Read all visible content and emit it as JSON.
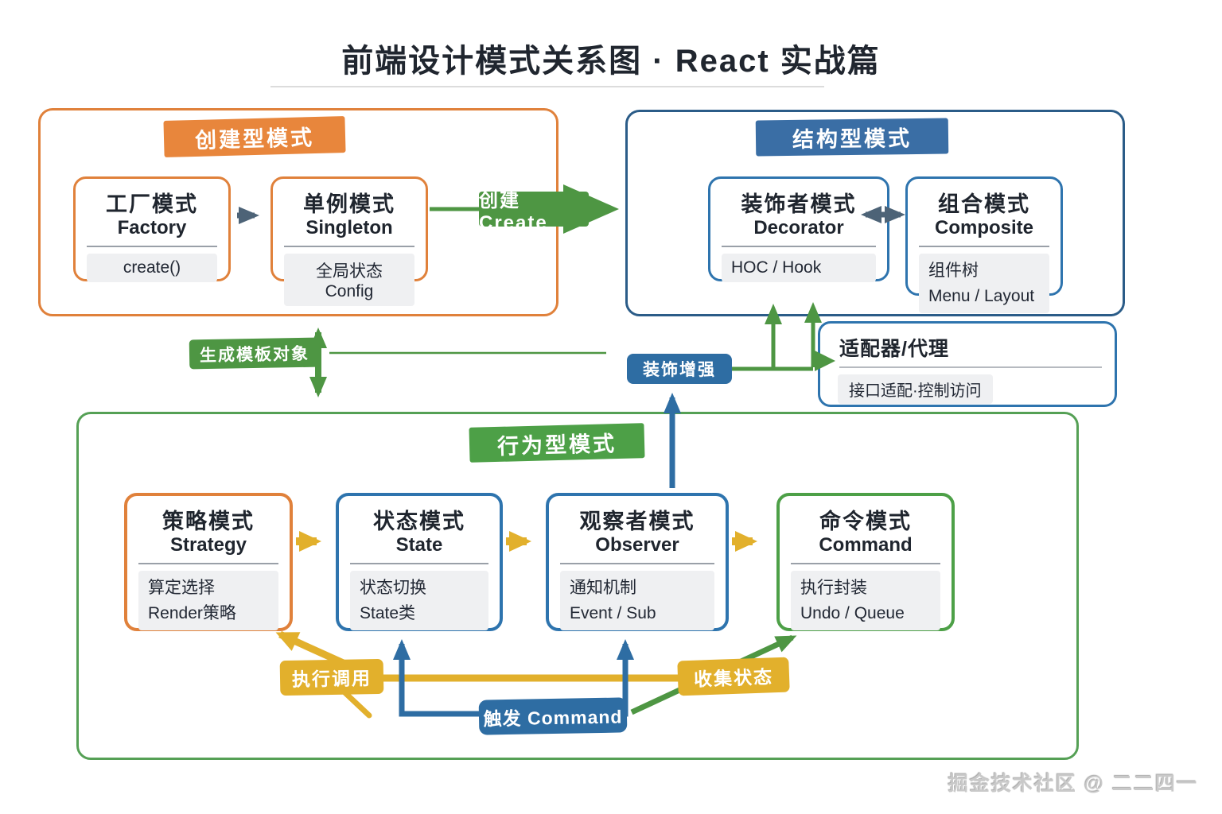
{
  "title": "前端设计模式关系图 · React 实战篇",
  "watermark": "掘金技术社区 @ 二二四一",
  "colors": {
    "orange": "#E0813B",
    "orange_badge": "#E8863C",
    "blue": "#2E6DA3",
    "blue_badge": "#3A6EA5",
    "blue_card": "#2E74AE",
    "blue_dark": "#2B5C88",
    "green": "#4E9643",
    "green_badge": "#4DA047",
    "green_border": "#55A055",
    "yellow": "#E2B02C",
    "slate": "#4D6377",
    "pill_bg": "#EFF0F2",
    "text": "#20262F"
  },
  "groups": {
    "creational": {
      "label": "创建型模式"
    },
    "structural": {
      "label": "结构型模式"
    },
    "behavioral": {
      "label": "行为型模式"
    }
  },
  "nodes": {
    "factory": {
      "title_zh": "工厂模式",
      "title_en": "Factory",
      "detail": "create()"
    },
    "singleton": {
      "title_zh": "单例模式",
      "title_en": "Singleton",
      "detail": "全局状态 Config"
    },
    "decorator": {
      "title_zh": "装饰者模式",
      "title_en": "Decorator",
      "detail": "HOC / Hook"
    },
    "composite": {
      "title_zh": "组合模式",
      "title_en": "Composite",
      "detail_line1": "组件树",
      "detail_line2": "Menu / Layout"
    },
    "adapter_proxy": {
      "title_zh": "适配器/代理",
      "detail": "接口适配·控制访问"
    },
    "strategy": {
      "title_zh": "策略模式",
      "title_en": "Strategy",
      "detail_line1": "算定选择",
      "detail_line2": "Render策略"
    },
    "state": {
      "title_zh": "状态模式",
      "title_en": "State",
      "detail_line1": "状态切换",
      "detail_line2": "State类"
    },
    "observer": {
      "title_zh": "观察者模式",
      "title_en": "Observer",
      "detail_line1": "通知机制",
      "detail_line2": "Event / Sub"
    },
    "command": {
      "title_zh": "命令模式",
      "title_en": "Command",
      "detail_line1": "执行封装",
      "detail_line2": "Undo / Queue"
    }
  },
  "edges": {
    "create": "创建 Create",
    "generate": "生成模板对象",
    "decorate": "装饰增强",
    "invoke": "执行调用",
    "trigger": "触发 Command",
    "collect": "收集状态"
  }
}
